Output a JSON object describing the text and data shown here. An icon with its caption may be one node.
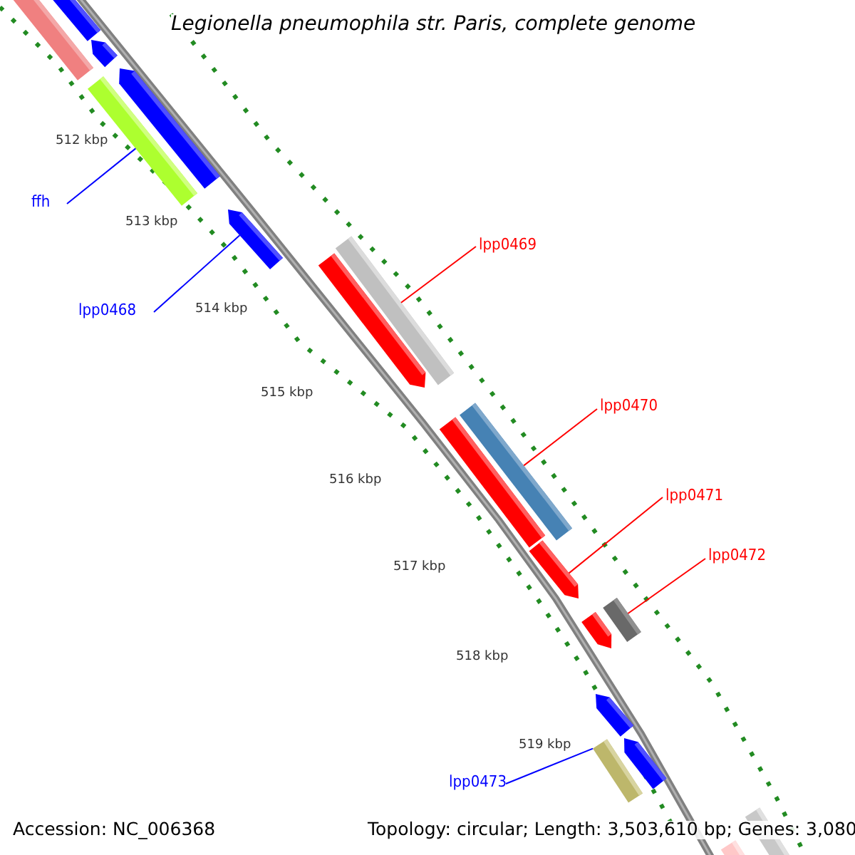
{
  "diagram": {
    "title": "Legionella pneumophila str. Paris, complete genome",
    "nodes": [
      {
        "text": [
          "ffh"
        ]
      },
      {
        "text": [
          "lpp0468"
        ]
      },
      {
        "text": [
          "lpp0469"
        ]
      },
      {
        "text": [
          "lpp0470"
        ]
      },
      {
        "text": [
          "lpp0471"
        ]
      },
      {
        "text": [
          "lpp0472"
        ]
      },
      {
        "text": [
          "lpp0473"
        ]
      },
      {
        "text": [],
        "shape": "bar"
      },
      {
        "text": [],
        "shape": "bar"
      },
      {
        "text": [],
        "shape": "bar"
      },
      {
        "text": [],
        "shape": "bar"
      },
      {
        "text": [],
        "shape": "bar"
      },
      {
        "text": [],
        "shape": "bar"
      },
      {
        "text": [],
        "shape": "bar"
      },
      {
        "text": [],
        "shape": "bar"
      },
      {
        "text": [],
        "shape": "bar"
      },
      {
        "text": [],
        "shape": "bar"
      },
      {
        "text": [],
        "shape": "bar"
      },
      {
        "text": [],
        "shape": "bar"
      },
      {
        "text": [],
        "shape": "bar"
      },
      {
        "text": [],
        "shape": "bar"
      },
      {
        "text": [],
        "shape": "bar"
      },
      {
        "text": [],
        "shape": "bar"
      },
      {
        "text": [],
        "shape": "bar"
      },
      {
        "text": [],
        "shape": "bar"
      }
    ],
    "edges": [
      {
        "from": 0,
        "to": 11,
        "arrow": "none",
        "color": "#0000ff"
      },
      {
        "from": 1,
        "to": 12,
        "arrow": "none",
        "color": "#0000ff"
      },
      {
        "from": 2,
        "to": 13,
        "arrow": "none"
      },
      {
        "from": 3,
        "to": 15,
        "arrow": "none"
      },
      {
        "from": 4,
        "to": 17,
        "arrow": "none"
      },
      {
        "from": 5,
        "to": 19,
        "arrow": "none"
      },
      {
        "from": 6,
        "to": 22,
        "arrow": "none",
        "color": "#0000ff"
      }
    ],
    "labels": [
      "512 kbp",
      "513 kbp",
      "514 kbp",
      "515 kbp",
      "516 kbp",
      "517 kbp",
      "518 kbp",
      "519 kbp",
      "Accession: NC_006368",
      "Topology: circular; Length: 3,503,610 bp; Genes: 3,080"
    ]
  }
}
